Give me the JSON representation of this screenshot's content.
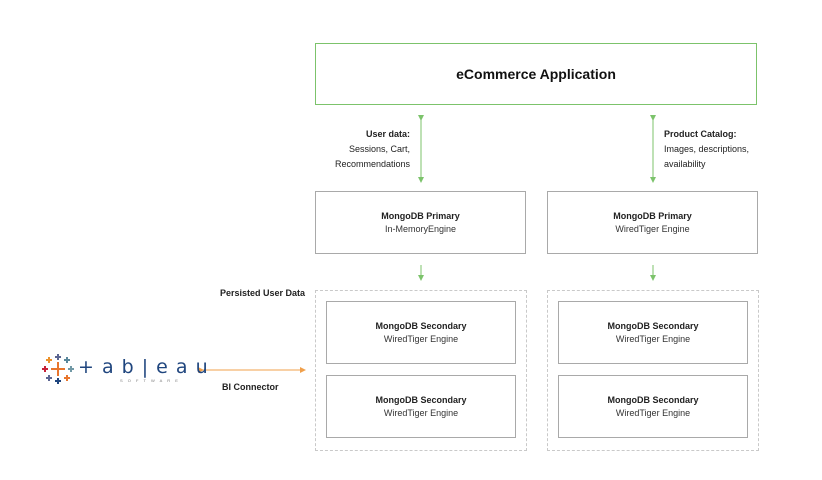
{
  "app": {
    "title": "eCommerce Application"
  },
  "user_data": {
    "heading": "User data:",
    "lines": [
      "Sessions, Cart,",
      "Recommendations"
    ]
  },
  "catalog": {
    "heading": "Product Catalog:",
    "lines": [
      "Images, descriptions,",
      "availability"
    ]
  },
  "primary_left": {
    "title": "MongoDB Primary",
    "engine": "In-MemoryEngine"
  },
  "primary_right": {
    "title": "MongoDB Primary",
    "engine": "WiredTiger Engine"
  },
  "persisted_label": "Persisted User Data",
  "secondaries_left": [
    {
      "title": "MongoDB Secondary",
      "engine": "WiredTiger Engine"
    },
    {
      "title": "MongoDB Secondary",
      "engine": "WiredTiger Engine"
    }
  ],
  "secondaries_right": [
    {
      "title": "MongoDB Secondary",
      "engine": "WiredTiger Engine"
    },
    {
      "title": "MongoDB Secondary",
      "engine": "WiredTiger Engine"
    }
  ],
  "bi_connector": "BI Connector",
  "tableau": {
    "wordmark": "+ a b | e a u",
    "sub": "S O F T W A R E"
  },
  "colors": {
    "green": "#7cc36b",
    "orange": "#f0a04b",
    "border": "#a9a9a9"
  }
}
